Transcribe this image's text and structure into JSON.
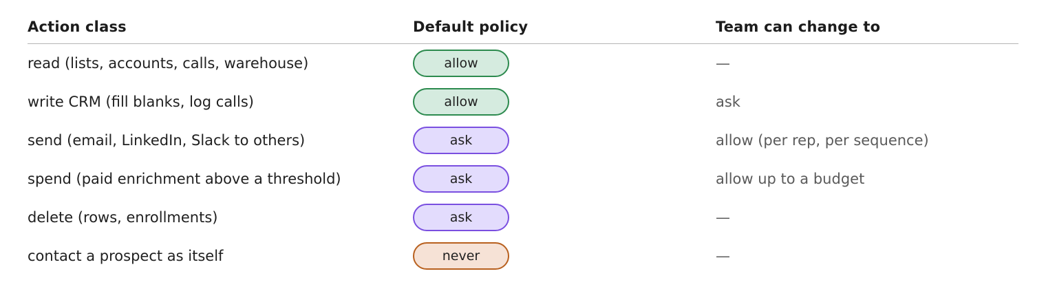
{
  "headers": {
    "action_class": "Action class",
    "default_policy": "Default policy",
    "team_can_change_to": "Team can change to"
  },
  "rows": [
    {
      "action": "read (lists, accounts, calls, warehouse)",
      "policy": "allow",
      "change": "—"
    },
    {
      "action": "write CRM (fill blanks, log calls)",
      "policy": "allow",
      "change": "ask"
    },
    {
      "action": "send (email, LinkedIn, Slack to others)",
      "policy": "ask",
      "change": "allow (per rep, per sequence)"
    },
    {
      "action": "spend (paid enrichment above a threshold)",
      "policy": "ask",
      "change": "allow up to a budget"
    },
    {
      "action": "delete (rows, enrollments)",
      "policy": "ask",
      "change": "—"
    },
    {
      "action": "contact a prospect as itself",
      "policy": "never",
      "change": "—"
    }
  ],
  "policy_colors": {
    "allow": {
      "fill": "#d5ebdf",
      "border": "#2c8a4e"
    },
    "ask": {
      "fill": "#e3dcfd",
      "border": "#7a4fe0"
    },
    "never": {
      "fill": "#f6e2d6",
      "border": "#b8601e"
    }
  }
}
